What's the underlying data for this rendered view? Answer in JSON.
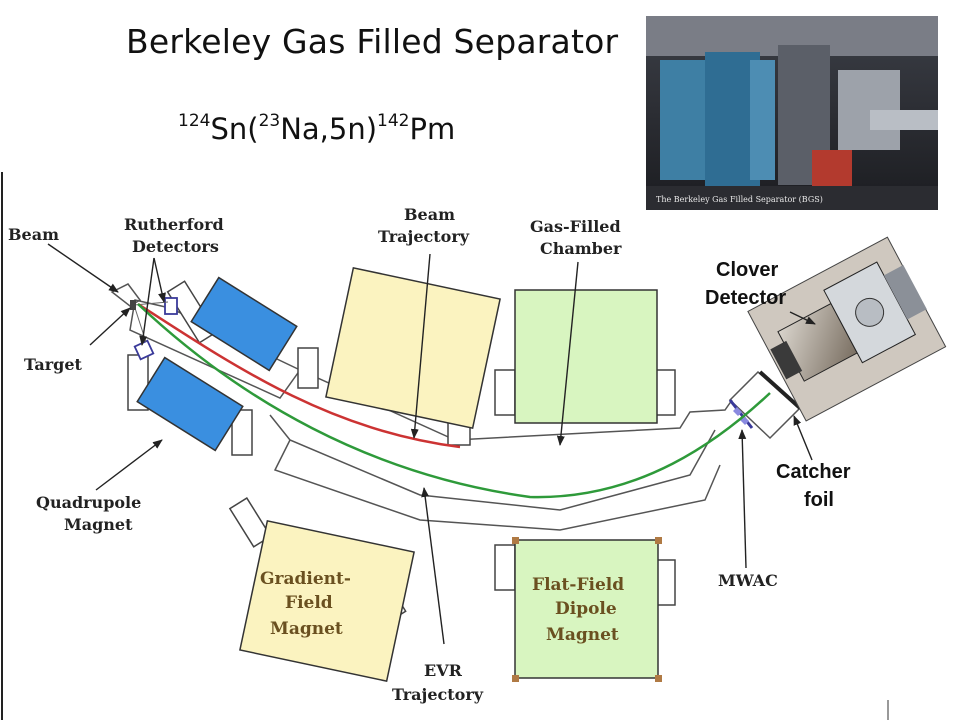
{
  "title": "Berkeley Gas Filled Separator",
  "reaction": {
    "target_mass": "124",
    "target": "Sn(",
    "beam_mass": "23",
    "beam": "Na,5n)",
    "product_mass": "142",
    "product": "Pm"
  },
  "photo_caption": "The Berkeley Gas Filled Separator (BGS)",
  "labels": {
    "beam": "Beam",
    "rutherford_1": "Rutherford",
    "rutherford_2": "Detectors",
    "beam_traj_1": "Beam",
    "beam_traj_2": "Trajectory",
    "gas_chamber_1": "Gas-Filled",
    "gas_chamber_2": "Chamber",
    "target": "Target",
    "quadrupole_1": "Quadrupole",
    "quadrupole_2": "Magnet",
    "gradient_1": "Gradient-",
    "gradient_2": "Field",
    "gradient_3": "Magnet",
    "flatfield_1": "Flat-Field",
    "flatfield_2": "Dipole",
    "flatfield_3": "Magnet",
    "evr_1": "EVR",
    "evr_2": "Trajectory",
    "mwac": "MWAC",
    "clover_1": "Clover",
    "clover_2": "Detector",
    "catcher_1": "Catcher",
    "catcher_2": "foil"
  },
  "colors": {
    "beam_trajectory": "#cc3333",
    "evr_trajectory": "#2e9a3a",
    "quadrupole": "#3a8fe0",
    "gradient_magnet": "#fbf3c0",
    "dipole_magnet": "#d8f5c0"
  }
}
